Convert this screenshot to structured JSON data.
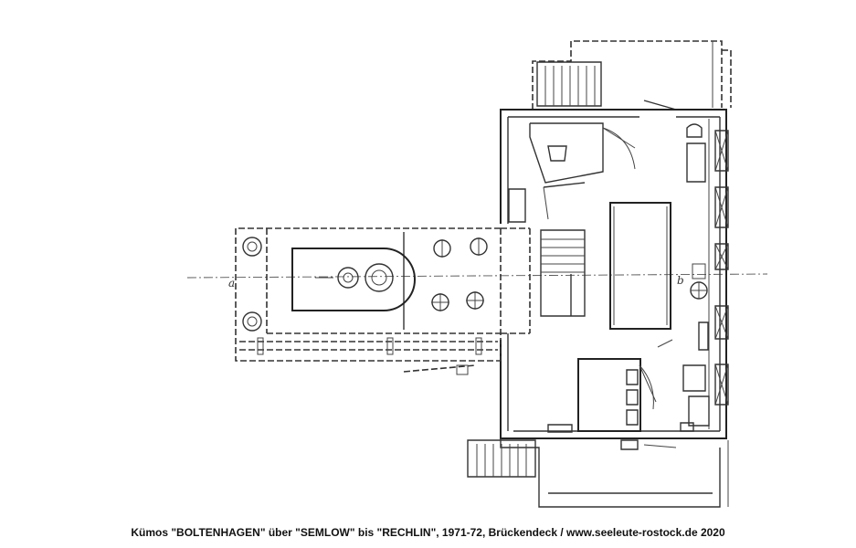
{
  "caption": "Kümos \"BOLTENHAGEN\" über \"SEMLOW\" bis \"RECHLIN\", 1971-72, Brückendeck / www.seeleute-rostock.de 2020",
  "plan": {
    "section_mark_left": "a",
    "section_mark_right": "b"
  }
}
